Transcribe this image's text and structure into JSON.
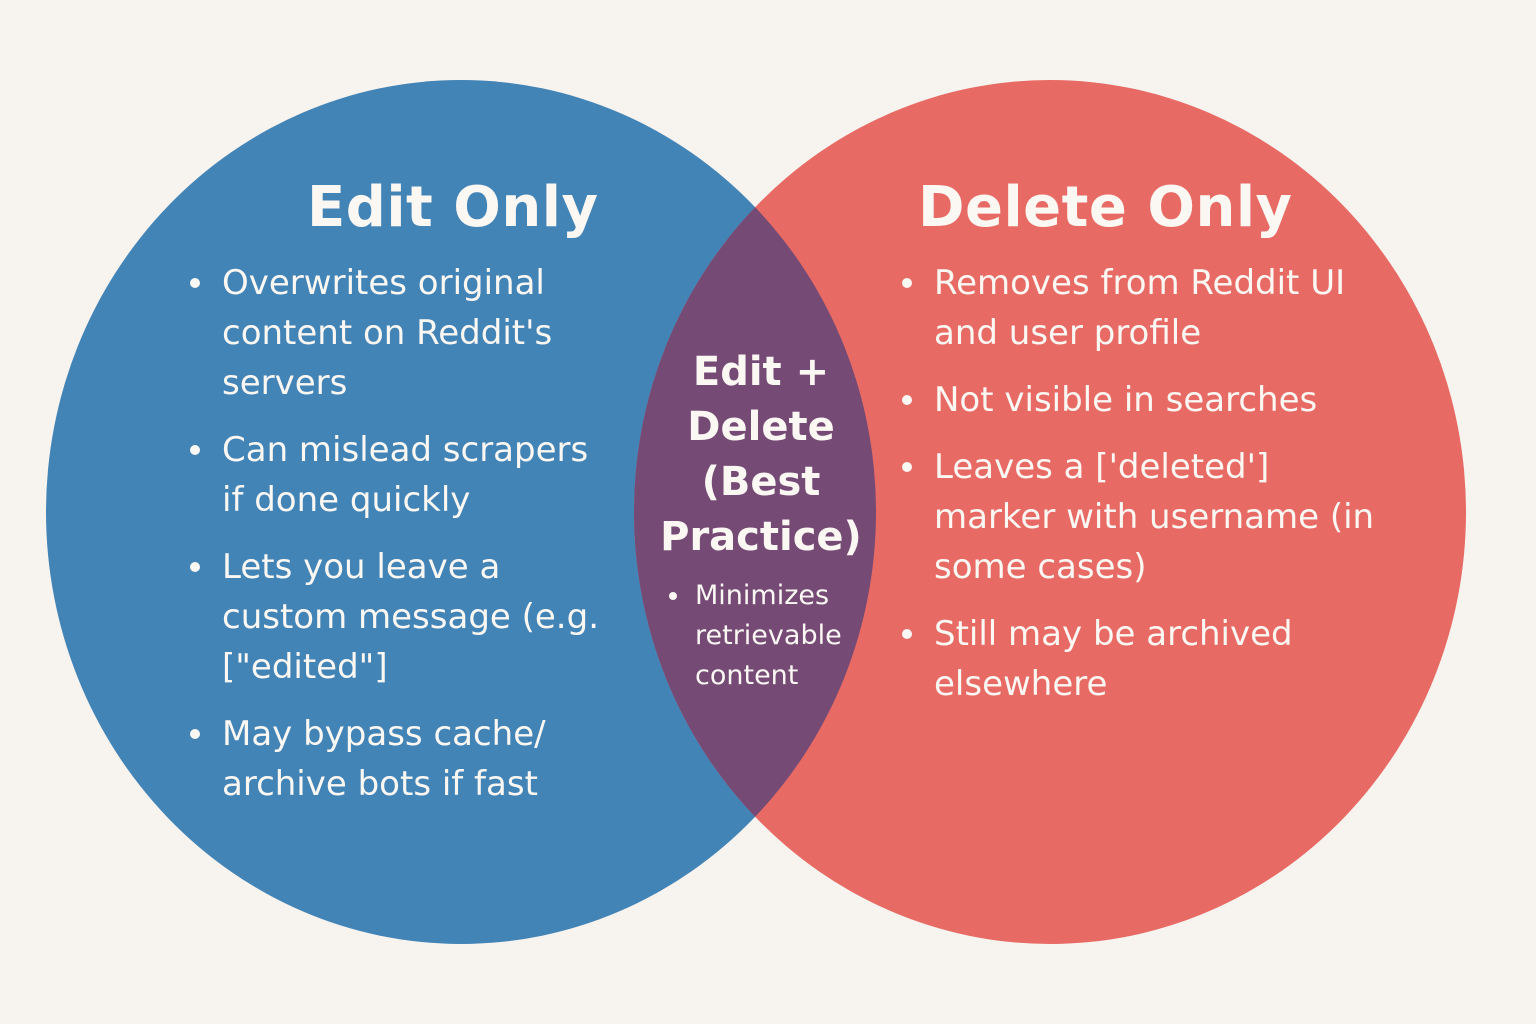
{
  "colors": {
    "background": "#f7f3ef",
    "edit_only": "#4384b7",
    "delete_only": "#e86a64",
    "overlap": "#754a75",
    "text": "#fbf7f3"
  },
  "edit_only": {
    "title": "Edit Only",
    "bullets": [
      "Overwrites original content on Reddit's servers",
      "Can mislead scrapers if done quickly",
      "Lets you leave a custom message (e.g. [\"edited\"]",
      "May bypass cache/ archive bots if fast"
    ]
  },
  "overlap": {
    "title_lines": [
      "Edit +",
      "Delete",
      "(Best",
      "Practice)"
    ],
    "bullets": [
      "Minimizes retrievable content"
    ]
  },
  "delete_only": {
    "title": "Delete Only",
    "bullets": [
      "Removes from Reddit UI and user profile",
      "Not visible in searches",
      "Leaves a ['deleted'] marker with username (in some cases)",
      "Still may be archived elsewhere"
    ]
  }
}
